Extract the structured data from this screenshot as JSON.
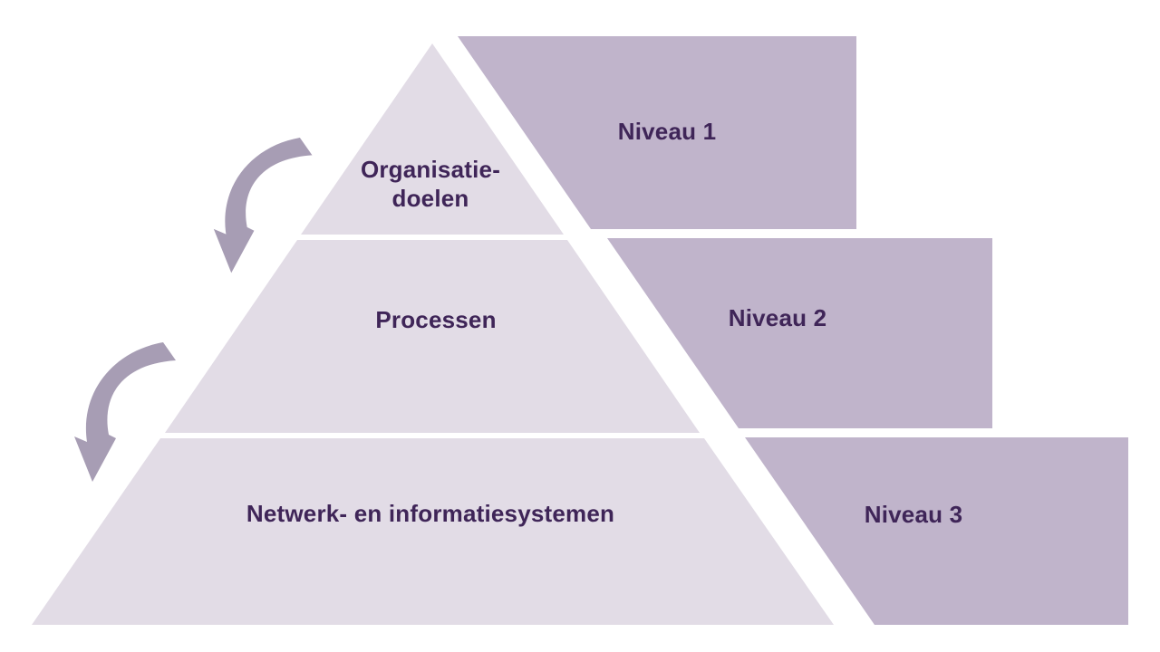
{
  "colors": {
    "background": "#FFFFFF",
    "pyramid": "#E2DCE6",
    "block": "#C0B4CB",
    "arrow": "#A79DB4",
    "text": "#3F2558"
  },
  "pyramid": {
    "levels": [
      {
        "label": "Organisatie-\ndoelen"
      },
      {
        "label": "Processen"
      },
      {
        "label": "Netwerk- en informatiesystemen"
      }
    ]
  },
  "niveau_blocks": [
    {
      "label": "Niveau 1"
    },
    {
      "label": "Niveau 2"
    },
    {
      "label": "Niveau 3"
    }
  ],
  "icons": {
    "arrow_1": "curved-down-arrow",
    "arrow_2": "curved-down-arrow"
  }
}
